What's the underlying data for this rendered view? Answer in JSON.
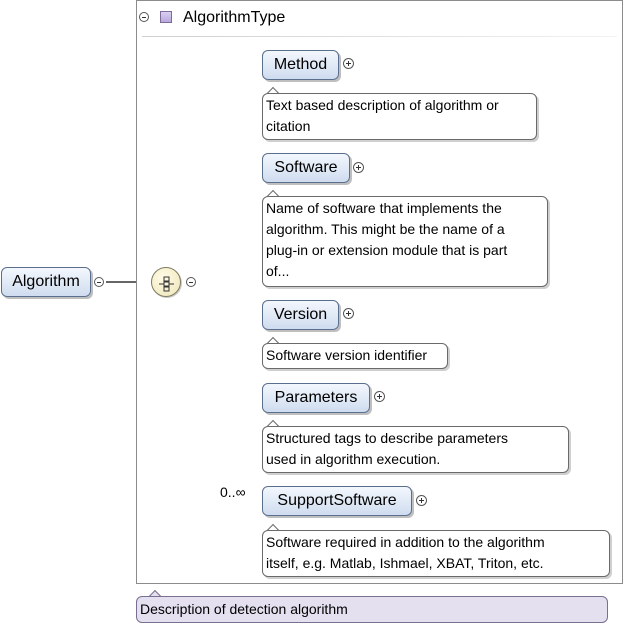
{
  "root": {
    "name": "Algorithm",
    "documentation": "Description of detection algorithm"
  },
  "type": {
    "name": "AlgorithmType"
  },
  "sequence": {
    "icon": "sequence-compositor-icon"
  },
  "children": [
    {
      "name": "Method",
      "doc_lines": [
        "Text based description of algorithm or",
        "citation"
      ],
      "optional": true,
      "occurs": ""
    },
    {
      "name": "Software",
      "doc_lines": [
        "Name of software that implements the",
        "algorithm. This might be the name of a",
        "plug-in or extension module that is part",
        "of..."
      ],
      "optional": false,
      "occurs": ""
    },
    {
      "name": "Version",
      "doc_lines": [
        "Software version identifier"
      ],
      "optional": true,
      "occurs": ""
    },
    {
      "name": "Parameters",
      "doc_lines": [
        "Structured tags to describe parameters",
        "used in algorithm execution."
      ],
      "optional": false,
      "occurs": ""
    },
    {
      "name": "SupportSoftware",
      "doc_lines": [
        "Software required in addition to the algorithm",
        "itself, e.g. Matlab, Ishmael, XBAT, Triton, etc."
      ],
      "optional": true,
      "occurs": "0..∞"
    }
  ],
  "colors": {
    "element_fill": "#dce6f5",
    "element_border": "#5a6f8d",
    "type_fill": "#c9bce6",
    "root_doc_fill": "#e4e0f0"
  }
}
